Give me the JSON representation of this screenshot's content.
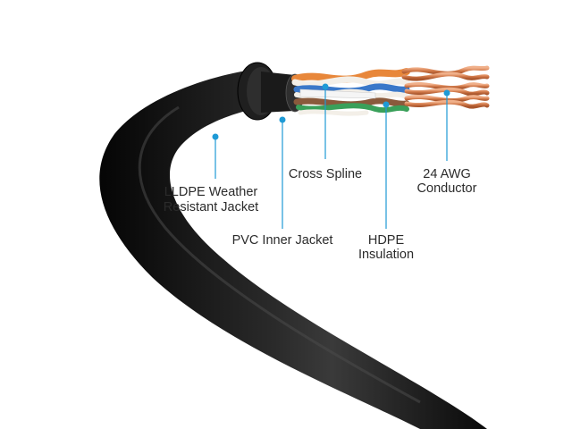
{
  "labels": {
    "outer_jacket": {
      "line1": "LLDPE Weather",
      "line2": "Resistant Jacket"
    },
    "inner_jacket": {
      "line1": "PVC Inner Jacket"
    },
    "cross_spline": {
      "line1": "Cross Spline"
    },
    "insulation": {
      "line1": "HDPE",
      "line2": "Insulation"
    },
    "conductor": {
      "line1": "24 AWG",
      "line2": "Conductor"
    }
  },
  "colors": {
    "jacket": "#151515",
    "leader": "#1e9ad6",
    "orange_pair": "#e8873a",
    "copper": "#c96b3c",
    "blue_pair": "#3a78c9",
    "green_pair": "#3aa05a",
    "brown_pair": "#8a5a3c"
  }
}
